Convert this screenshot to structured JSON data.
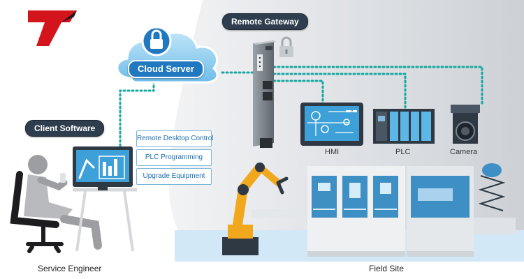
{
  "labels": {
    "remote_gateway": "Remote Gateway",
    "cloud_server": "Cloud Server",
    "client_software": "Client Software",
    "service_engineer": "Service Engineer",
    "field_site": "Field Site"
  },
  "services": [
    "Remote Desktop Control",
    "PLC Programming",
    "Upgrade Equipment"
  ],
  "devices": {
    "hmi": "HMI",
    "plc": "PLC",
    "camera": "Camera"
  },
  "colors": {
    "accent_blue": "#1f78c0",
    "teal_link": "#17a7a0",
    "dark_label": "#2f3e4e",
    "logo_red": "#d4141b",
    "logo_black": "#1b1b1b",
    "field_floor": "#d2e8f7",
    "robot_orange": "#f2a81d"
  },
  "icons": [
    "lock-icon",
    "cloud-icon",
    "gateway-device-icon",
    "monitor-icon",
    "robot-arm-icon",
    "camera-icon"
  ]
}
